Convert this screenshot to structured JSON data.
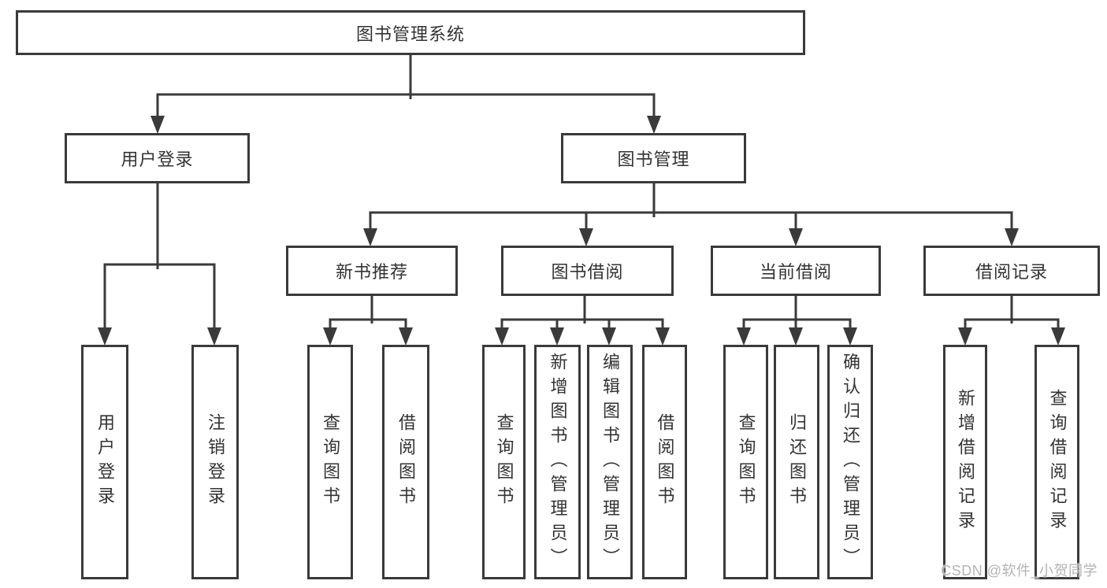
{
  "page": {
    "background": "#ffffff"
  },
  "colors": {
    "line": "#3a3a3a",
    "text": "#333333",
    "box_fill": "#ffffff",
    "watermark": "#b3b3b3"
  },
  "diagram": {
    "type": "hierarchy",
    "root": {
      "label": "图书管理系统"
    },
    "branches": [
      {
        "label": "用户登录",
        "children": [
          {
            "label": "用户登录"
          },
          {
            "label": "注销登录"
          }
        ]
      },
      {
        "label": "图书管理",
        "children": [
          {
            "label": "新书推荐",
            "children": [
              {
                "label": "查询图书"
              },
              {
                "label": "借阅图书"
              }
            ]
          },
          {
            "label": "图书借阅",
            "children": [
              {
                "label": "查询图书"
              },
              {
                "label": "新增图书（管理员）"
              },
              {
                "label": "编辑图书（管理员）"
              },
              {
                "label": "借阅图书"
              }
            ]
          },
          {
            "label": "当前借阅",
            "children": [
              {
                "label": "查询图书"
              },
              {
                "label": "归还图书"
              },
              {
                "label": "确认归还（管理员）"
              }
            ]
          },
          {
            "label": "借阅记录",
            "children": [
              {
                "label": "新增借阅记录"
              },
              {
                "label": "查询借阅记录"
              }
            ]
          }
        ]
      }
    ]
  },
  "watermark": {
    "text": "CSDN @软件_小贺同学"
  }
}
